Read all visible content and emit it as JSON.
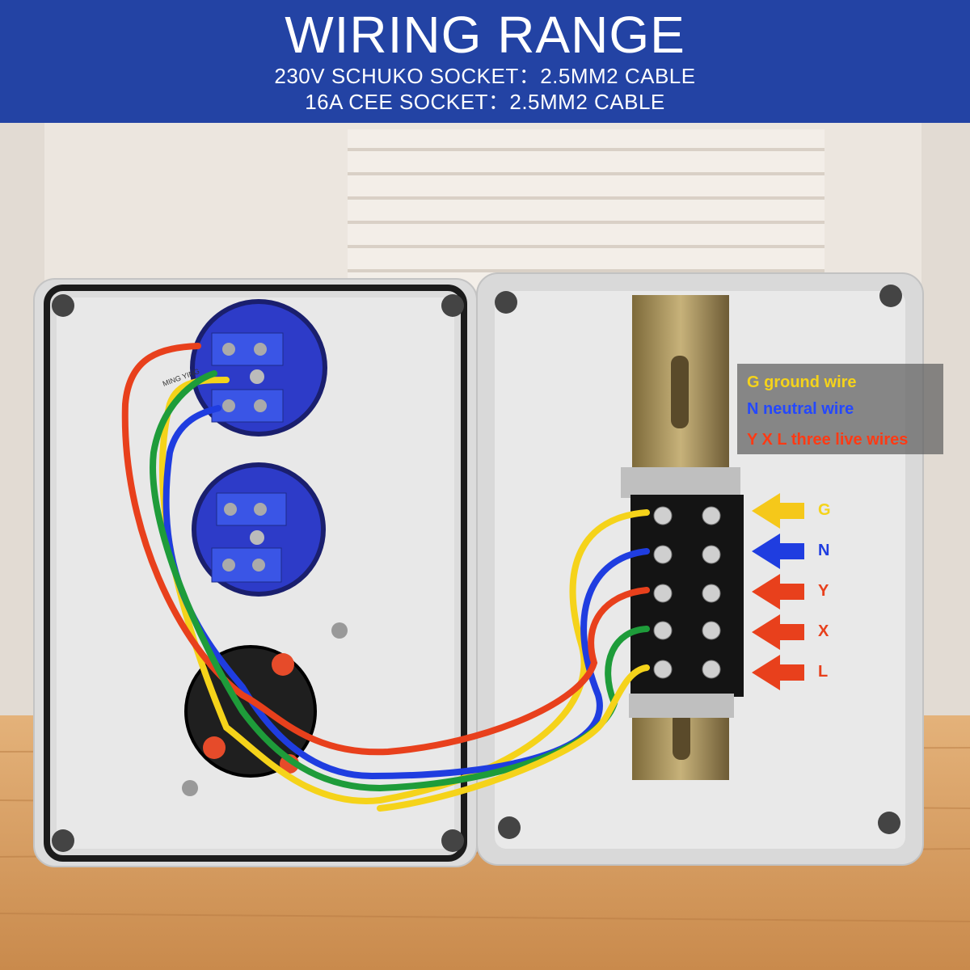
{
  "banner": {
    "title": "WIRING RANGE",
    "line1": "230V SCHUKO SOCKET：2.5MM2 CABLE",
    "line2": "16A CEE SOCKET：2.5MM2 CABLE"
  },
  "legend": {
    "ground": "G ground wire",
    "neutral": "N neutral wire",
    "live": "Y X L three live wires"
  },
  "terminal_labels": [
    "G",
    "N",
    "Y",
    "X",
    "L"
  ],
  "wire_marking": "MING YING",
  "colors": {
    "banner": "#2343a4",
    "ground": "#f5d31a",
    "neutral": "#1f3de0",
    "live": "#e8401c",
    "green_wire": "#1e9c3a"
  }
}
